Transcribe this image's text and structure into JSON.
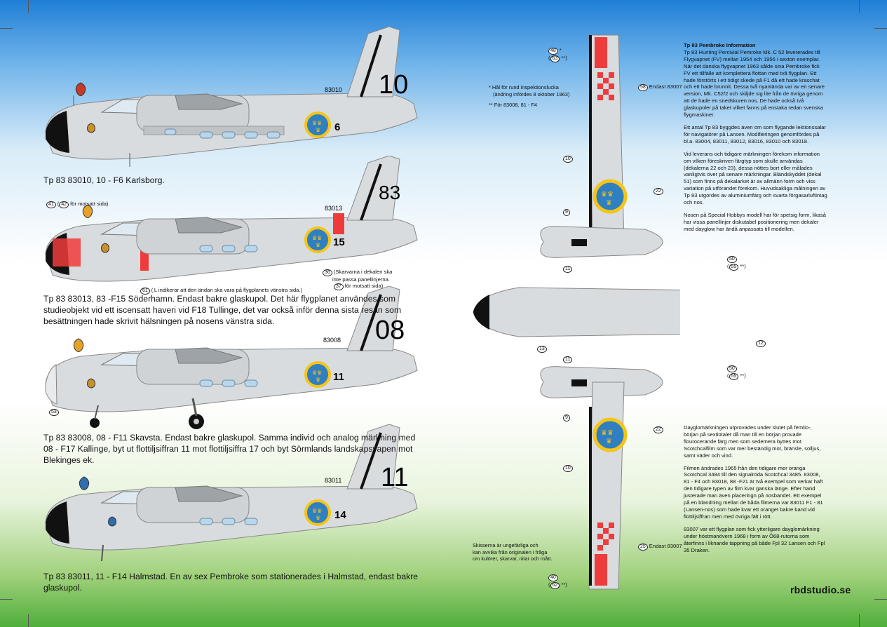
{
  "captions": {
    "c1": "Tp 83 83010, 10 - F6 Karlsborg.",
    "c2": "Tp 83 83013,  83 -F15 Söderhamn. Endast bakre glaskupol. Det här flygplanet användes som studieobjekt vid ett iscensatt haveri vid F18 Tullinge, det var också inför denna sista resan som besättningen hade skrivit hälsningen på nosens vänstra sida.",
    "c3": "Tp 83 83008, 08 - F11 Skavsta. Endast bakre glaskupol. Samma individ och analog märkning med 08 - F17 Kallinge, byt ut flottiljsiffran 11 mot flottiljsiffra 17 och byt Sörmlands landskapsvapen mot Blekinges ek.",
    "c4": "Tp 83 83011, 11 - F14 Halmstad. En av sex Pembroke som stationerades i Halmstad, endast bakre glaskupol."
  },
  "planes": [
    {
      "tail": "10",
      "serial": "83010",
      "fuselage_no": "6"
    },
    {
      "tail": "83",
      "serial": "83013",
      "fuselage_no": "15"
    },
    {
      "tail": "08",
      "serial": "83008",
      "fuselage_no": "11"
    },
    {
      "tail": "11",
      "serial": "83011",
      "fuselage_no": "14"
    }
  ],
  "callouts": {
    "p2_a": "( L indikerar att den ändan ska vara på flygplanets vänstra sida.)",
    "p2_b1": "(Skarvarna i dekalen ska",
    "p2_b2": "inte passa panellinjerna.",
    "p2_c": "för motsatt sida)",
    "p2_top": "för motsatt sida)",
    "n41": "41",
    "n42": "42",
    "n61": "61",
    "n36": "36",
    "n37": "37",
    "n53": "53"
  },
  "notes": {
    "star1": "* Hål för rund inspektionslucka",
    "star2": "(ändring infördes 8 oktober 1963)",
    "star3": "**  För 83008, 81 - F4",
    "sketch1": "Skisserna är ungefärliga och",
    "sketch2": "kan avvika från originalen i fråga",
    "sketch3": "om kulörer, skarvar, nitar och mått."
  },
  "topview_labels": {
    "t48": "48",
    "t63": "63",
    "t58": "58",
    "endast1": "Endast 83007",
    "t10a": "10",
    "t22a": "22",
    "t9a": "9",
    "t11a": "11",
    "t50": "50",
    "t55": "55",
    "t13": "13",
    "t12": "12",
    "t11b": "11",
    "t50b": "50",
    "t55b": "55",
    "t9b": "9",
    "t22b": "22",
    "t10b": "10",
    "t25": "25",
    "endast2": "Endast 83007",
    "t40": "40",
    "t62": "62",
    "star": "*",
    "dstar": "**)"
  },
  "info": {
    "title": "Tp 83 Pembroke Information",
    "p1": "Tp 83 Hunting Percivial Pemroke Mk. C 52 levererades till Flygvapnet (FV) mellan 1954 och 1956 i sexton exemplar. När det danska flygvapnet 1963 sålde sina Pembroke fick FV ett tillfälle att komplettera flottan med två flygplan. Ett hade förstörts i ett tidigt skede på F1 då ett hade kraschat och ett hade brunnit. Dessa två nyanlända var av en senare version, Mk. C52/2 och skiljde sig lite från de övriga genom att de hade en snedskuren nos. De hade också två glaskupoler på taket vilket fanns på enstaka redan svenska flygmaskiner.",
    "p2": "Ett antal Tp 83 byggdes även om som flygande lektionssalar för navigatörer på Lansen. Modifieringen genomfördes på bl.a. 83004, 83011, 83012, 83016, 83010 och 83018.",
    "p3": "Vid leverans och tidigare märkningen förekom information om vilken föreskriven färgtyp som skulle användas (dekalerna 22 och 23), dessa nöttes bort eller målades vanligtvis över på senare märkningar. Bländskyddet (dekal 51) som finns på dekalarket är av allmänn form och viss variation på utförandet förekom. Huvudsakliga målningen av Tp 83 utgordes av aluminiumfärg och svarta förgasarluftintag och nos.",
    "p4": "Nosen på Special Hobbys modell har för spetsig form, likaså har vissa panellinjer diskutabel positionering men dekaler med dayglow har ändå anpassats till modellen.",
    "p5": "Dayglomärkningen utprovades under slutet på femtio-, början på sextiotalet då man till en början provade flourocerande färg men som sedemera byttes mot Scotchcalfilm som var mer beständig mot, bränsle, solljus, samt väder och vind.",
    "p6": "Filmen ändrades 1965 från den tidigare mer oranga Scotchcal 3484 till den  signalröda Scotchcal 3485. 83008, 81 - F4 och 83018, 88 -F21 är två exempel som verkar haft den tidigare typen av film kvar ganska länge. Efter hand justerade man även placeringn på nosbandet. Ett exempel på en blandning mellan de båda filmerna var 83011 F1 - 81 (Lansen-nos) som hade kvar ett oranget bakre band vid flottiljsiffran men med övriga fält i rött.",
    "p7": "83007 var ett flygplan som fick ytterligare dayglomärkning under höstmanövern 1968 i form av Ö68-rutorna som återfinns i liknande tappning på både Fpl 32 Lansen och Fpl 35 Draken."
  },
  "brand": "rbdstudio.se",
  "colors": {
    "dayglow": "#ee3b3b",
    "roundel_blue": "#2f7fc1",
    "roundel_yellow": "#f5c518",
    "aluminium": "#d9dcde"
  }
}
